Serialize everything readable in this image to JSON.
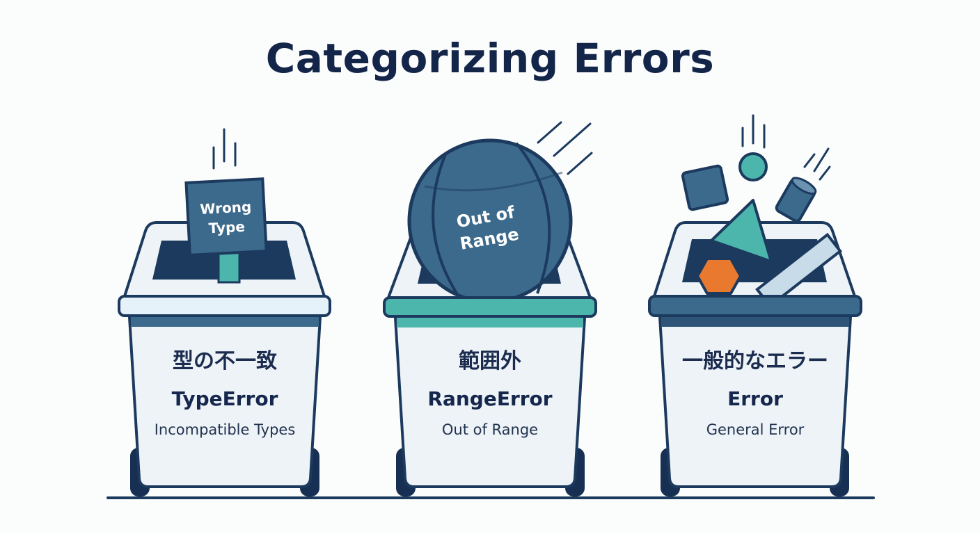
{
  "title": "Categorizing Errors",
  "bins": [
    {
      "item_label_line1": "Wrong",
      "item_label_line2": "Type",
      "japanese": "型の不一致",
      "error_name": "TypeError",
      "description": "Incompatible Types"
    },
    {
      "item_label_line1": "Out of",
      "item_label_line2": "Range",
      "japanese": "範囲外",
      "error_name": "RangeError",
      "description": "Out of Range"
    },
    {
      "japanese": "一般的なエラー",
      "error_name": "Error",
      "description": "General Error"
    }
  ],
  "colors": {
    "navy": "#1c3a5e",
    "teal": "#4cb6ad",
    "slate": "#3c6a8c",
    "orange": "#e8792e",
    "rim_light": "#e6f2f9",
    "bin_body": "#eef3f8"
  }
}
